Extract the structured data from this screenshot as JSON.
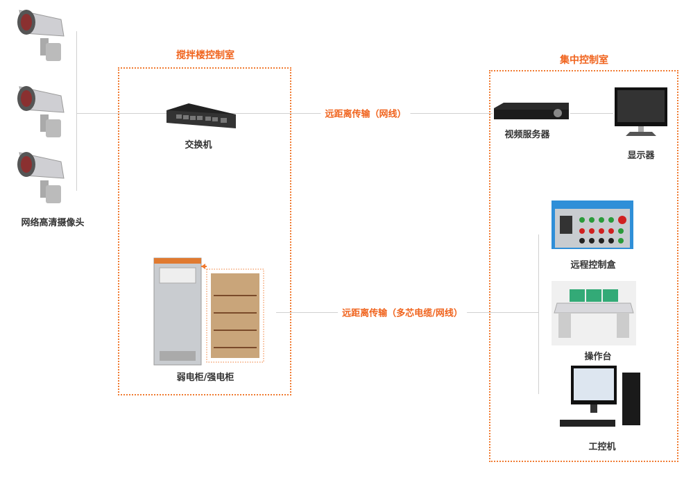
{
  "cameras": {
    "label": "网络高清摄像头"
  },
  "mixing_room": {
    "title": "搅拌楼控制室",
    "switch_label": "交换机",
    "cabinet_label": "弱电柜/强电柜"
  },
  "central_room": {
    "title": "集中控制室",
    "server_label": "视频服务器",
    "monitor_label": "显示器",
    "remote_box_label": "远程控制盒",
    "console_label": "操作台",
    "ipc_label": "工控机"
  },
  "links": {
    "network": "远距离传输（网线）",
    "cable": "远距离传输（多芯电缆/网线）"
  },
  "colors": {
    "accent": "#f0641e",
    "line": "#d0d0d0"
  }
}
